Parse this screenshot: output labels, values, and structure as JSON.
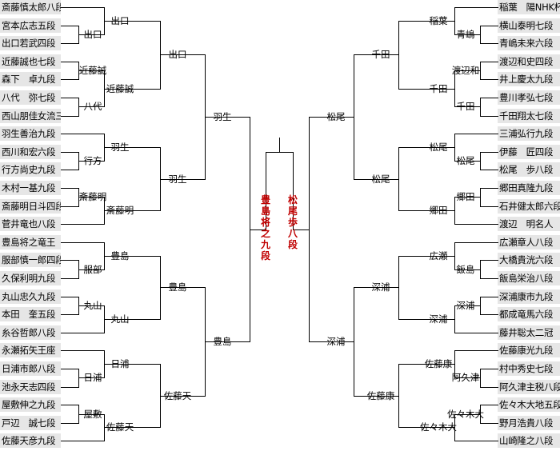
{
  "left_players": [
    "斎藤慎太郎八段",
    "宮本広志五段",
    "出口若武四段",
    "近藤誠也七段",
    "森下　卓九段",
    "八代　弥七段",
    "西山朋佳女流三冠",
    "羽生善治九段",
    "西川和宏六段",
    "行方尚史九段",
    "木村一基九段",
    "斎藤明日斗四段",
    "菅井竜也八段",
    "豊島将之竜王",
    "服部慎一郎四段",
    "久保利明九段",
    "丸山忠久九段",
    "本田　奎五段",
    "糸谷哲郎八段",
    "永瀬拓矢王座",
    "日浦市郎八段",
    "池永天志四段",
    "屋敷伸之九段",
    "戸辺　誠七段",
    "佐藤天彦九段"
  ],
  "right_players": [
    "稲葉　陽NHK杯",
    "横山泰明七段",
    "青嶋未来六段",
    "渡辺和史四段",
    "井上慶太九段",
    "豊川孝弘七段",
    "千田翔太七段",
    "三浦弘行九段",
    "伊藤　匠四段",
    "松尾　歩八段",
    "郷田真隆九段",
    "石井健太郎六段",
    "渡辺　明名人",
    "広瀬章人八段",
    "大橋貴洸六段",
    "飯島栄治八段",
    "深浦康市九段",
    "都成竜馬六段",
    "藤井聡太二冠",
    "佐藤康光九段",
    "村中秀史七段",
    "阿久津主税八段",
    "佐々木大地五段",
    "野月浩貴八段",
    "山崎隆之八段"
  ],
  "left_r1": [
    "出口",
    "近藤誠",
    "八代",
    "行方",
    "斎藤明",
    "服部",
    "丸山",
    "日浦",
    "屋敷"
  ],
  "left_r2": [
    "出口",
    "近藤誠",
    "羽生",
    "斎藤明",
    "豊島",
    "丸山",
    "日浦",
    "佐藤天"
  ],
  "left_r3": [
    "出口",
    "羽生",
    "豊島",
    "佐藤天"
  ],
  "left_r4": [
    "羽生",
    "豊島"
  ],
  "right_r1": [
    "青嶋",
    "渡辺和",
    "千田",
    "松尾",
    "郷田",
    "飯島",
    "深浦",
    "阿久津",
    "佐々木大"
  ],
  "right_r2": [
    "稲葉",
    "千田",
    "松尾",
    "郷田",
    "広瀬",
    "深浦",
    "佐藤康",
    "佐々木大"
  ],
  "right_r3": [
    "千田",
    "松尾",
    "深浦",
    "佐藤康"
  ],
  "right_r4": [
    "松尾",
    "深浦"
  ],
  "finalists": [
    "豊島将之九段",
    "松尾　歩八段"
  ]
}
